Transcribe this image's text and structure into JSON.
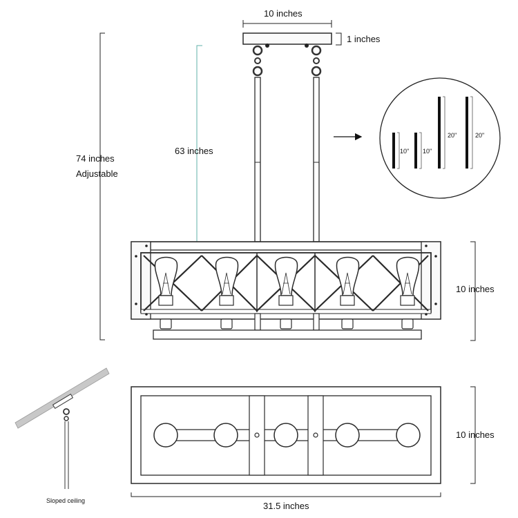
{
  "colors": {
    "line": "#2a2a2a",
    "frame_fill": "#f7f7f7",
    "dim_line": "#222222",
    "teal_guide": "#5fb0a8",
    "ceiling_gray": "#c8c8c8"
  },
  "labels": {
    "canopy_width": "10 inches",
    "canopy_height": "1 inches",
    "total_height": "74 inches",
    "adjustable": "Adjustable",
    "rod_height": "63 inches",
    "side_height": "10 inches",
    "bottom_depth": "10 inches",
    "bottom_width": "31.5 inches",
    "sloped_ceiling": "Sloped ceiling"
  },
  "rods_callout": {
    "rods": [
      {
        "label": "10\""
      },
      {
        "label": "10\""
      },
      {
        "label": "20\""
      },
      {
        "label": "20\""
      }
    ]
  },
  "bulb_count": 5,
  "icons": {
    "arrow": "right-arrow-icon"
  }
}
